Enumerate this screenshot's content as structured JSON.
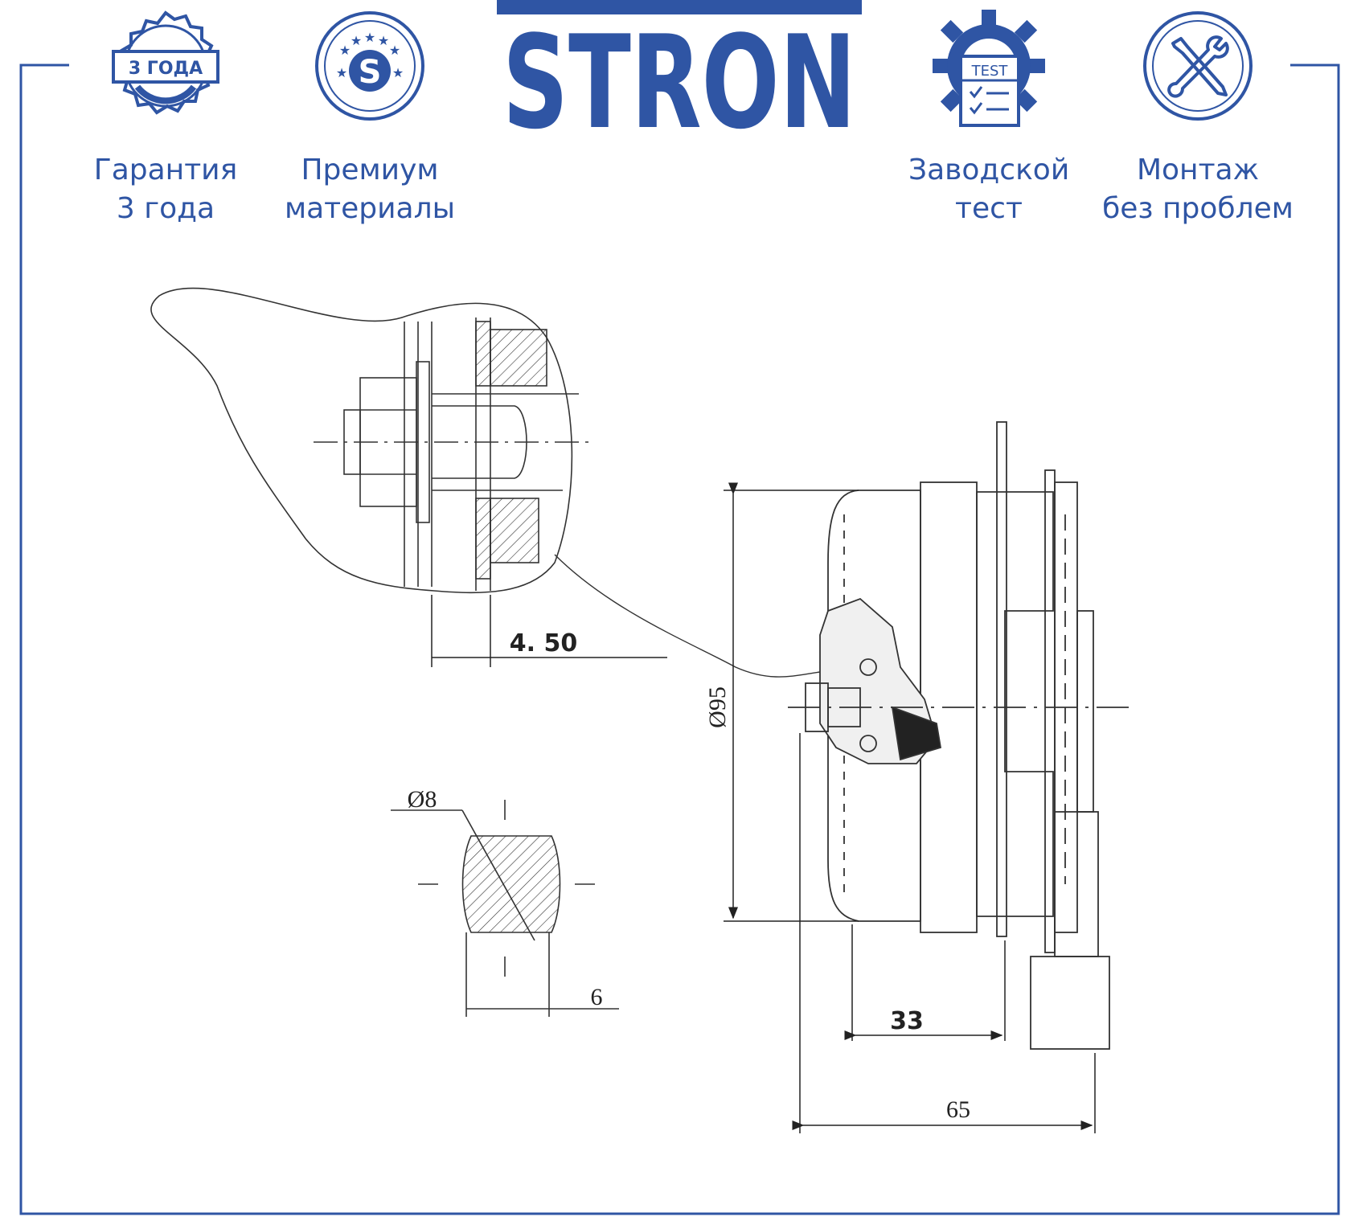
{
  "brand": {
    "logo_text": "STRON",
    "color": "#2f55a4"
  },
  "badges": [
    {
      "icon": "warranty-seal-icon",
      "seal_text": "3 ГОДА",
      "line1": "Гарантия",
      "line2": "3 года"
    },
    {
      "icon": "premium-s-icon",
      "seal_text": "S",
      "line1": "Премиум",
      "line2": "материалы"
    },
    {
      "icon": "gear-test-icon",
      "seal_text": "TEST",
      "line1": "Заводской",
      "line2": "тест"
    },
    {
      "icon": "tools-icon",
      "line1": "Монтаж",
      "line2": "без проблем"
    }
  ],
  "drawing": {
    "dimensions": {
      "washer_gap": "4. 50",
      "shaft_diameter": "Ø8",
      "shaft_flat": "6",
      "body_diameter": "Ø95",
      "mount_depth": "33",
      "total_length": "65"
    }
  }
}
